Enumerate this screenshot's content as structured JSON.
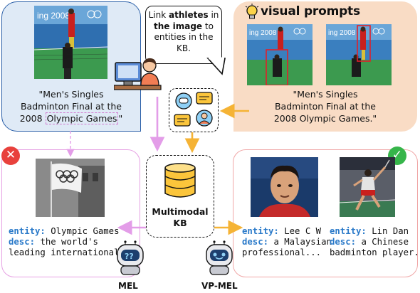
{
  "instruction": {
    "line1_pre": "Link ",
    "line1_bold": "athletes",
    "line1_post": " in",
    "line2_pre": "",
    "line2_bold": "the image",
    "line2_post": " to",
    "line3": "entities in the",
    "line4": "KB."
  },
  "input_caption": {
    "line1": "\"Men's Singles",
    "line2": "Badminton Final at the",
    "line3_pre": "2008 ",
    "line3_highlight": "Olympic Games",
    "line3_post": "\""
  },
  "visual_prompts": {
    "title": "visual prompts",
    "caption_line1": "\"Men's Singles",
    "caption_line2": "Badminton Final at the",
    "caption_line3": "2008 Olympic Games.\""
  },
  "kb": {
    "line1": "Multimodal",
    "line2": "KB"
  },
  "mel_result": {
    "entity_key": "entity:",
    "entity_value": "Olympic Games",
    "desc_key": "desc:",
    "desc_line1": "the world's",
    "desc_line2": "leading international..."
  },
  "vpmel_result_1": {
    "entity_key": "entity:",
    "entity_value": "Lee C W",
    "desc_key": "desc:",
    "desc_line1": "a Malaysian",
    "desc_line2": "professional..."
  },
  "vpmel_result_2": {
    "entity_key": "entity:",
    "entity_value": "Lin Dan",
    "desc_key": "desc:",
    "desc_line1": "a Chinese",
    "desc_line2": "badminton player..."
  },
  "models": {
    "left": "MEL",
    "right": "VP-MEL"
  },
  "colors": {
    "mel_arrow": "#e39de8",
    "vp_arrow": "#f5b335",
    "wrong": "#e8413c",
    "right": "#36b54a",
    "key_blue": "#2979c9"
  }
}
